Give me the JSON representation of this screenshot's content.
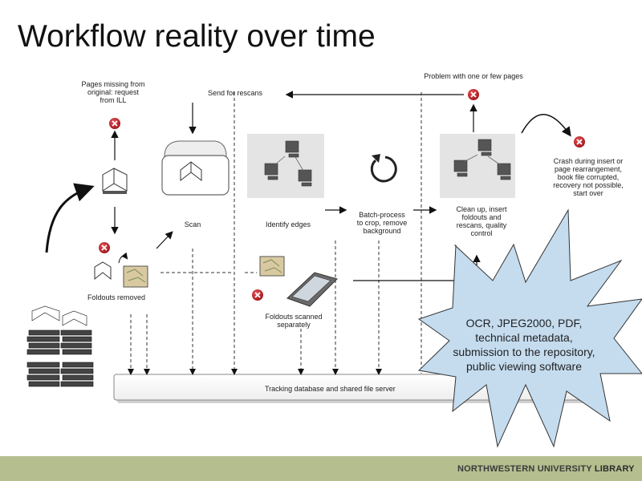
{
  "title": "Workflow reality over time",
  "labels": {
    "pages_missing": "Pages missing from\noriginal: request\nfrom ILL",
    "send_rescans": "Send for rescans",
    "problem_pages": "Problem with one or few pages",
    "crash": "Crash during insert or\npage rearrangement,\nbook file corrupted,\nrecovery not possible,\nstart over",
    "scan": "Scan",
    "identify_edges": "Identify edges",
    "batch_process": "Batch-process\nto crop, remove\nbackground",
    "clean_up": "Clean up, insert\nfoldouts and\nrescans, quality\ncontrol",
    "foldouts_removed": "Foldouts removed",
    "foldouts_scanned": "Foldouts scanned\nseparately",
    "tracking_db": "Tracking database and shared file server"
  },
  "burst_text": "OCR, JPEG2000, PDF, technical metadata, submission to the repository, public viewing software",
  "footer": {
    "logo_main": "NORTHWESTERN UNIVERSITY",
    "logo_bold": "LIBRARY"
  },
  "colors": {
    "burst_fill": "#c5dcef",
    "footer": "#b4be8f",
    "error_red": "#c0272d"
  }
}
